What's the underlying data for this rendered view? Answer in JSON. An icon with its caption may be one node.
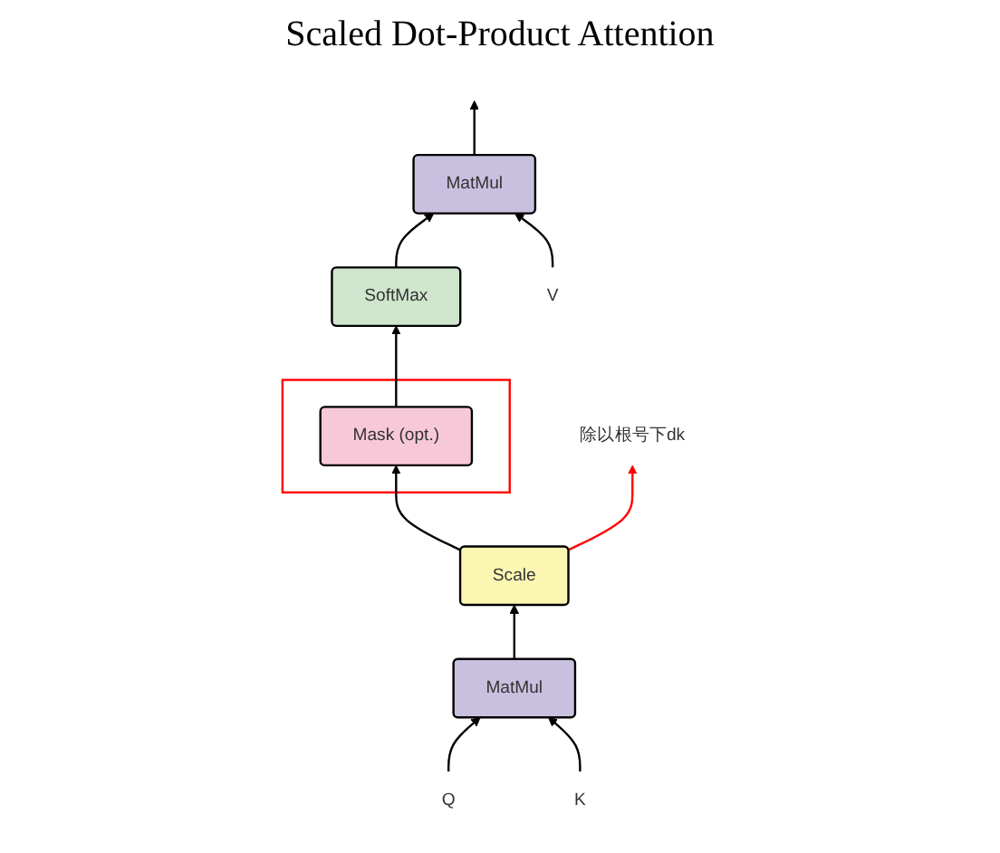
{
  "diagram": {
    "title": "Scaled Dot-Product Attention",
    "nodes": [
      {
        "text": [
          "MatMul"
        ]
      },
      {
        "text": [
          "SoftMax"
        ]
      },
      {
        "text": [],
        "shape": "box"
      },
      {
        "text": [
          "Mask (opt.)"
        ],
        "in": 2
      },
      {
        "text": [
          "Scale"
        ]
      },
      {
        "text": [
          "MatMul"
        ]
      },
      {
        "text": [
          "Q"
        ]
      },
      {
        "text": [
          "K"
        ]
      },
      {
        "text": [
          "V"
        ]
      },
      {
        "text": [
          "除以根号下dk"
        ]
      }
    ],
    "edges": [
      {
        "from": 0,
        "to": null,
        "arrow": "to"
      },
      {
        "from": 1,
        "to": 0,
        "arrow": "to"
      },
      {
        "from": 3,
        "to": 1,
        "arrow": "to"
      },
      {
        "from": 4,
        "to": 3,
        "arrow": "to"
      },
      {
        "from": 5,
        "to": 4,
        "arrow": "to"
      },
      {
        "from": 6,
        "to": 5,
        "arrow": "to"
      },
      {
        "from": 7,
        "to": 5,
        "arrow": "to"
      },
      {
        "from": 8,
        "to": 0,
        "arrow": "to"
      },
      {
        "from": 4,
        "to": 9,
        "arrow": "to",
        "color": "#ff0000"
      }
    ]
  }
}
